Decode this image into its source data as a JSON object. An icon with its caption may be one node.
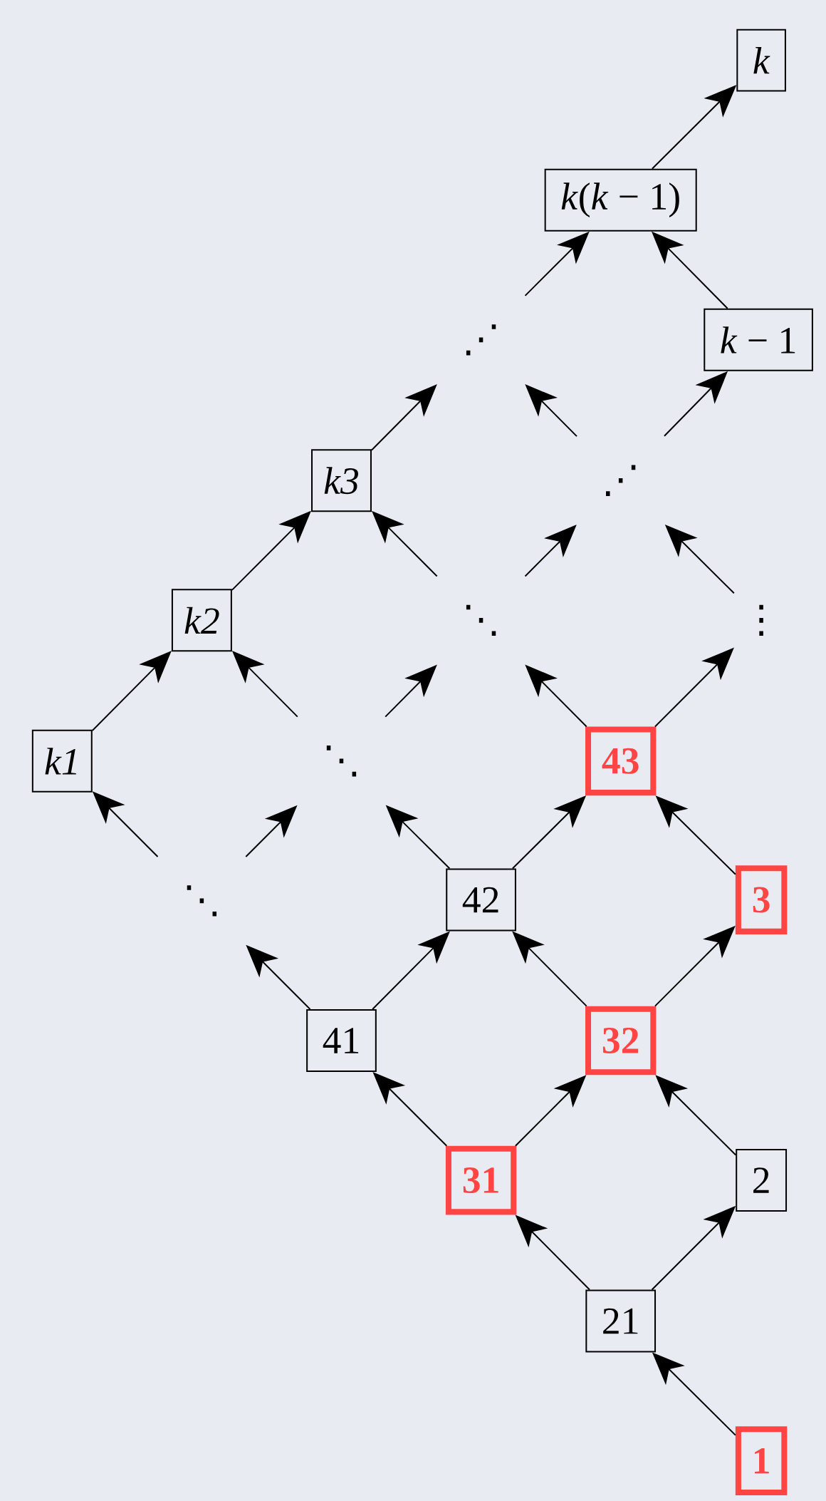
{
  "diagram": {
    "nodes": [
      {
        "text": [
          "*k*"
        ]
      },
      {
        "text": [
          "*k*(*k* − 1)"
        ]
      },
      {
        "text": [
          "⋰"
        ]
      },
      {
        "text": [
          "*k* − 1"
        ]
      },
      {
        "text": [
          "k3"
        ]
      },
      {
        "text": [
          "⋰"
        ]
      },
      {
        "text": [
          "k2"
        ]
      },
      {
        "text": [
          "⋱"
        ]
      },
      {
        "text": [
          "⋮"
        ]
      },
      {
        "text": [
          "k1"
        ]
      },
      {
        "text": [
          "43"
        ]
      },
      {
        "text": [
          "⋱"
        ]
      },
      {
        "text": [
          "42"
        ]
      },
      {
        "text": [
          "3"
        ]
      },
      {
        "text": [
          "⋱"
        ]
      },
      {
        "text": [
          "41"
        ]
      },
      {
        "text": [
          "32"
        ]
      },
      {
        "text": [
          "31"
        ]
      },
      {
        "text": [
          "2"
        ]
      },
      {
        "text": [
          "21"
        ]
      },
      {
        "text": [
          "1"
        ]
      }
    ],
    "edges": [
      {
        "from": 20,
        "to": 19,
        "arrow": "to"
      },
      {
        "from": 19,
        "to": 17,
        "arrow": "to"
      },
      {
        "from": 19,
        "to": 18,
        "arrow": "to"
      },
      {
        "from": 18,
        "to": 16,
        "arrow": "to"
      },
      {
        "from": 17,
        "to": 16,
        "arrow": "to"
      },
      {
        "from": 17,
        "to": 15,
        "arrow": "to"
      },
      {
        "from": 15,
        "to": 12,
        "arrow": "to"
      },
      {
        "from": 16,
        "to": 12,
        "arrow": "to"
      },
      {
        "from": 16,
        "to": 13,
        "arrow": "to"
      },
      {
        "from": 15,
        "to": 14,
        "arrow": "to"
      },
      {
        "from": 12,
        "to": 10,
        "arrow": "to"
      },
      {
        "from": 12,
        "to": 11,
        "arrow": "to"
      },
      {
        "from": 13,
        "to": 10,
        "arrow": "to"
      },
      {
        "from": 10,
        "to": 7,
        "arrow": "to"
      },
      {
        "from": 10,
        "to": 8,
        "arrow": "to"
      },
      {
        "from": 14,
        "to": 9,
        "arrow": "to"
      },
      {
        "from": 14,
        "to": 11,
        "arrow": "to"
      },
      {
        "from": 11,
        "to": 6,
        "arrow": "to"
      },
      {
        "from": 11,
        "to": 7,
        "arrow": "to"
      },
      {
        "from": 9,
        "to": 6,
        "arrow": "to"
      },
      {
        "from": 6,
        "to": 4,
        "arrow": "to"
      },
      {
        "from": 7,
        "to": 4,
        "arrow": "to"
      },
      {
        "from": 7,
        "to": 5,
        "arrow": "to"
      },
      {
        "from": 8,
        "to": 5,
        "arrow": "to"
      },
      {
        "from": 4,
        "to": 2,
        "arrow": "to"
      },
      {
        "from": 5,
        "to": 2,
        "arrow": "to"
      },
      {
        "from": 5,
        "to": 3,
        "arrow": "to"
      },
      {
        "from": 2,
        "to": 1,
        "arrow": "to"
      },
      {
        "from": 3,
        "to": 1,
        "arrow": "to"
      },
      {
        "from": 1,
        "to": 0,
        "arrow": "to"
      }
    ]
  }
}
